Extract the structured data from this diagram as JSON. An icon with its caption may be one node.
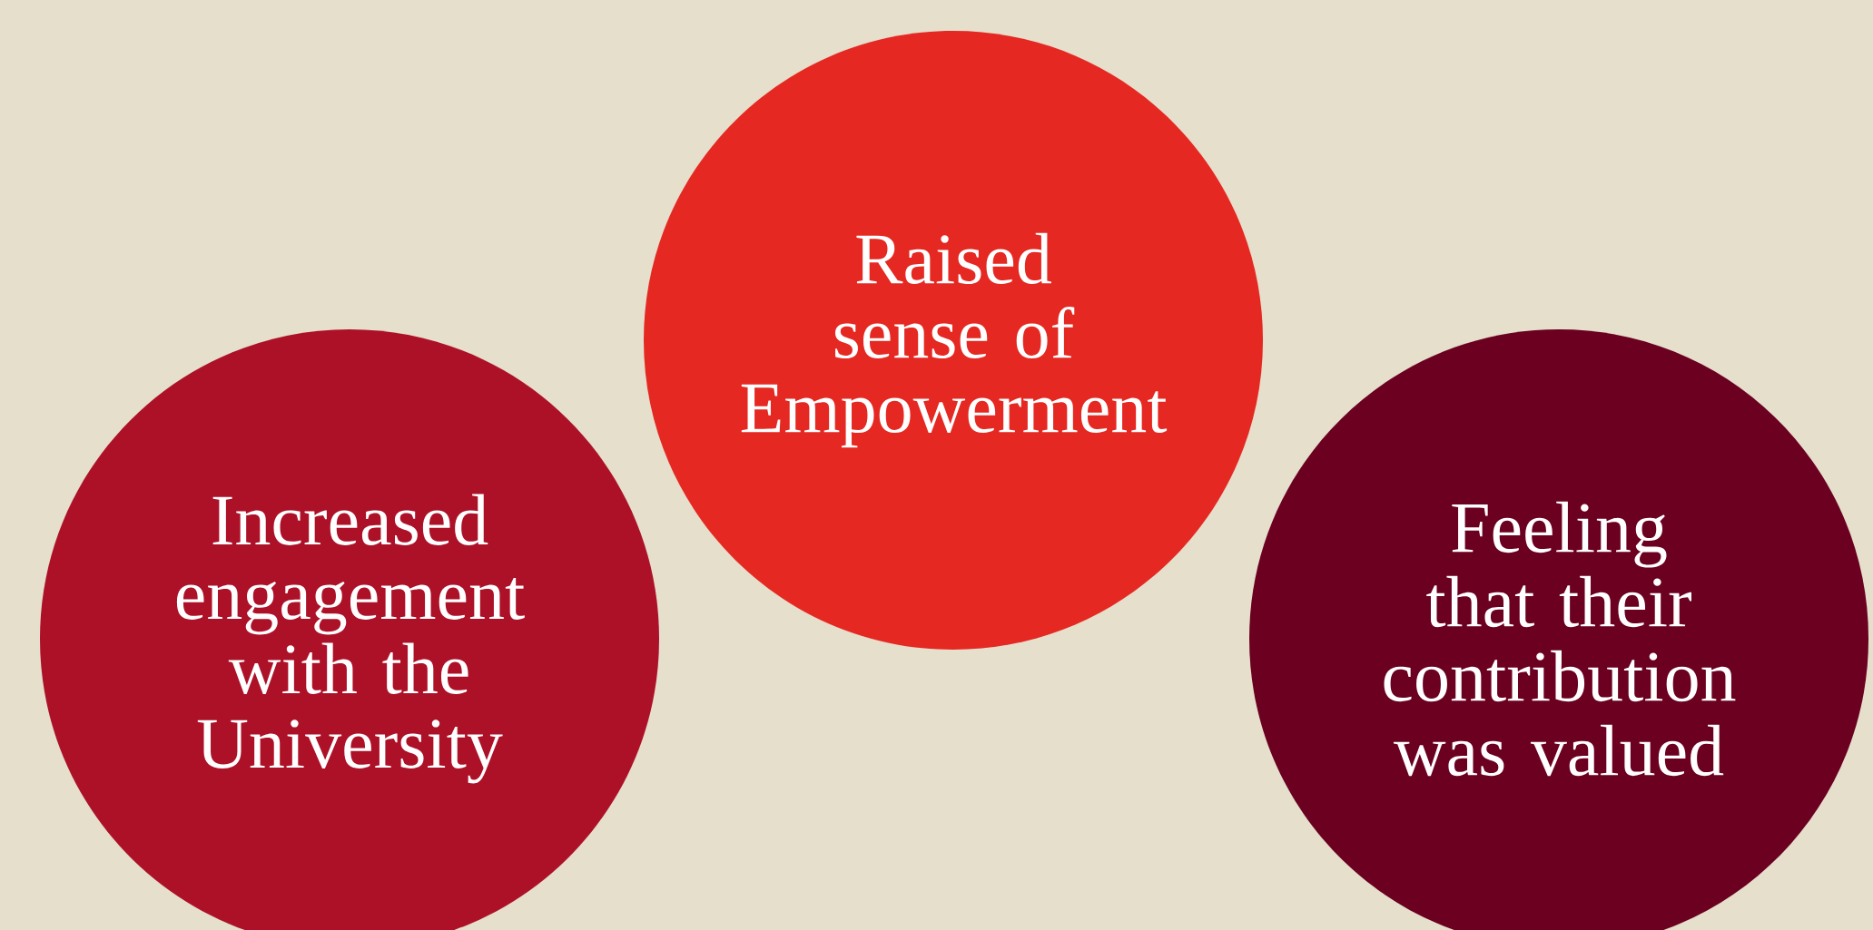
{
  "diagram": {
    "nodes": [
      {
        "text": [
          "Increased engagement with the University"
        ]
      },
      {
        "text": [
          "Raised sense of Empowerment"
        ]
      },
      {
        "text": [
          "Feeling that their contribution was valued"
        ]
      }
    ]
  }
}
